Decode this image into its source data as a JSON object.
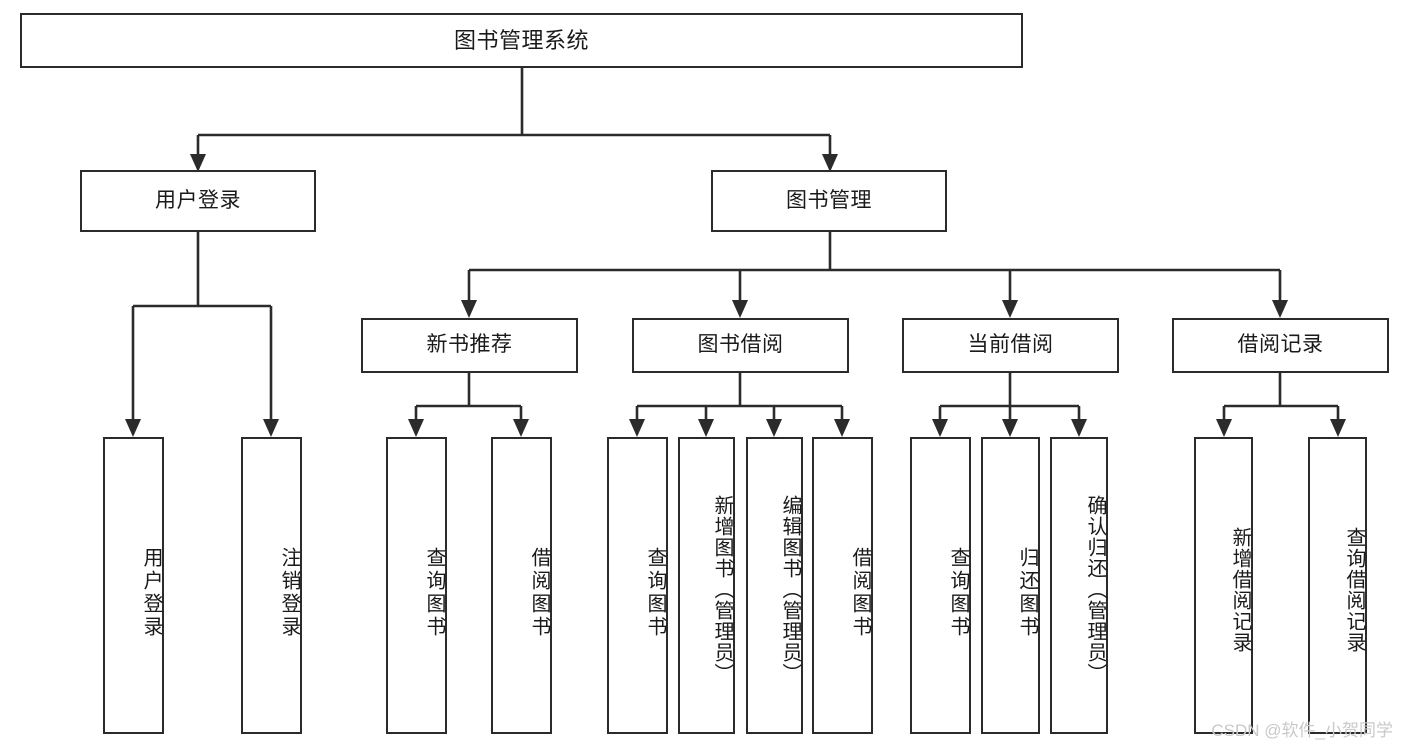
{
  "diagram": {
    "type": "tree-hierarchy",
    "title": "图书管理系统",
    "watermark": "CSDN @软件_小贺同学",
    "colors": {
      "stroke": "#2b2b2b",
      "fill": "#ffffff",
      "text": "#1a1a1a",
      "watermark": "#c9c9c9"
    },
    "nodes": {
      "root": "图书管理系统",
      "level1": [
        "用户登录",
        "图书管理"
      ],
      "level2": [
        "新书推荐",
        "图书借阅",
        "当前借阅",
        "借阅记录"
      ],
      "leaves": {
        "user_login": [
          "用户登录",
          "注销登录"
        ],
        "new_book_recommend": [
          "查询图书",
          "借阅图书"
        ],
        "book_borrow": [
          "查询图书",
          "新增图书（管理员）",
          "编辑图书（管理员）",
          "借阅图书"
        ],
        "current_borrow": [
          "查询图书",
          "归还图书",
          "确认归还（管理员）"
        ],
        "borrow_record": [
          "新增借阅记录",
          "查询借阅记录"
        ]
      }
    }
  }
}
